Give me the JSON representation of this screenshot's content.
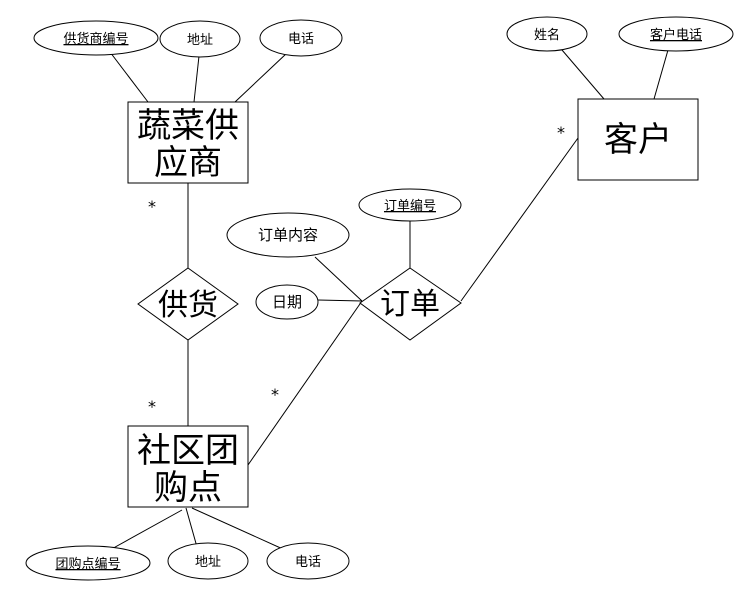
{
  "entities": {
    "supplier": [
      "蔬菜供",
      "应商"
    ],
    "customer": [
      "客户"
    ],
    "community_point": [
      "社区团",
      "购点"
    ]
  },
  "relationships": {
    "supply": "供货",
    "order": "订单"
  },
  "attributes": {
    "supplier_id": "供货商编号",
    "supplier_address": "地址",
    "supplier_phone": "电话",
    "customer_name": "姓名",
    "customer_phone": "客户电话",
    "order_content": "订单内容",
    "order_id": "订单编号",
    "order_date": "日期",
    "point_id": "团购点编号",
    "point_address": "地址",
    "point_phone": "电话"
  },
  "cardinality": {
    "supplier_supply": "*",
    "point_supply": "*",
    "customer_order": "*",
    "point_order": "*"
  }
}
